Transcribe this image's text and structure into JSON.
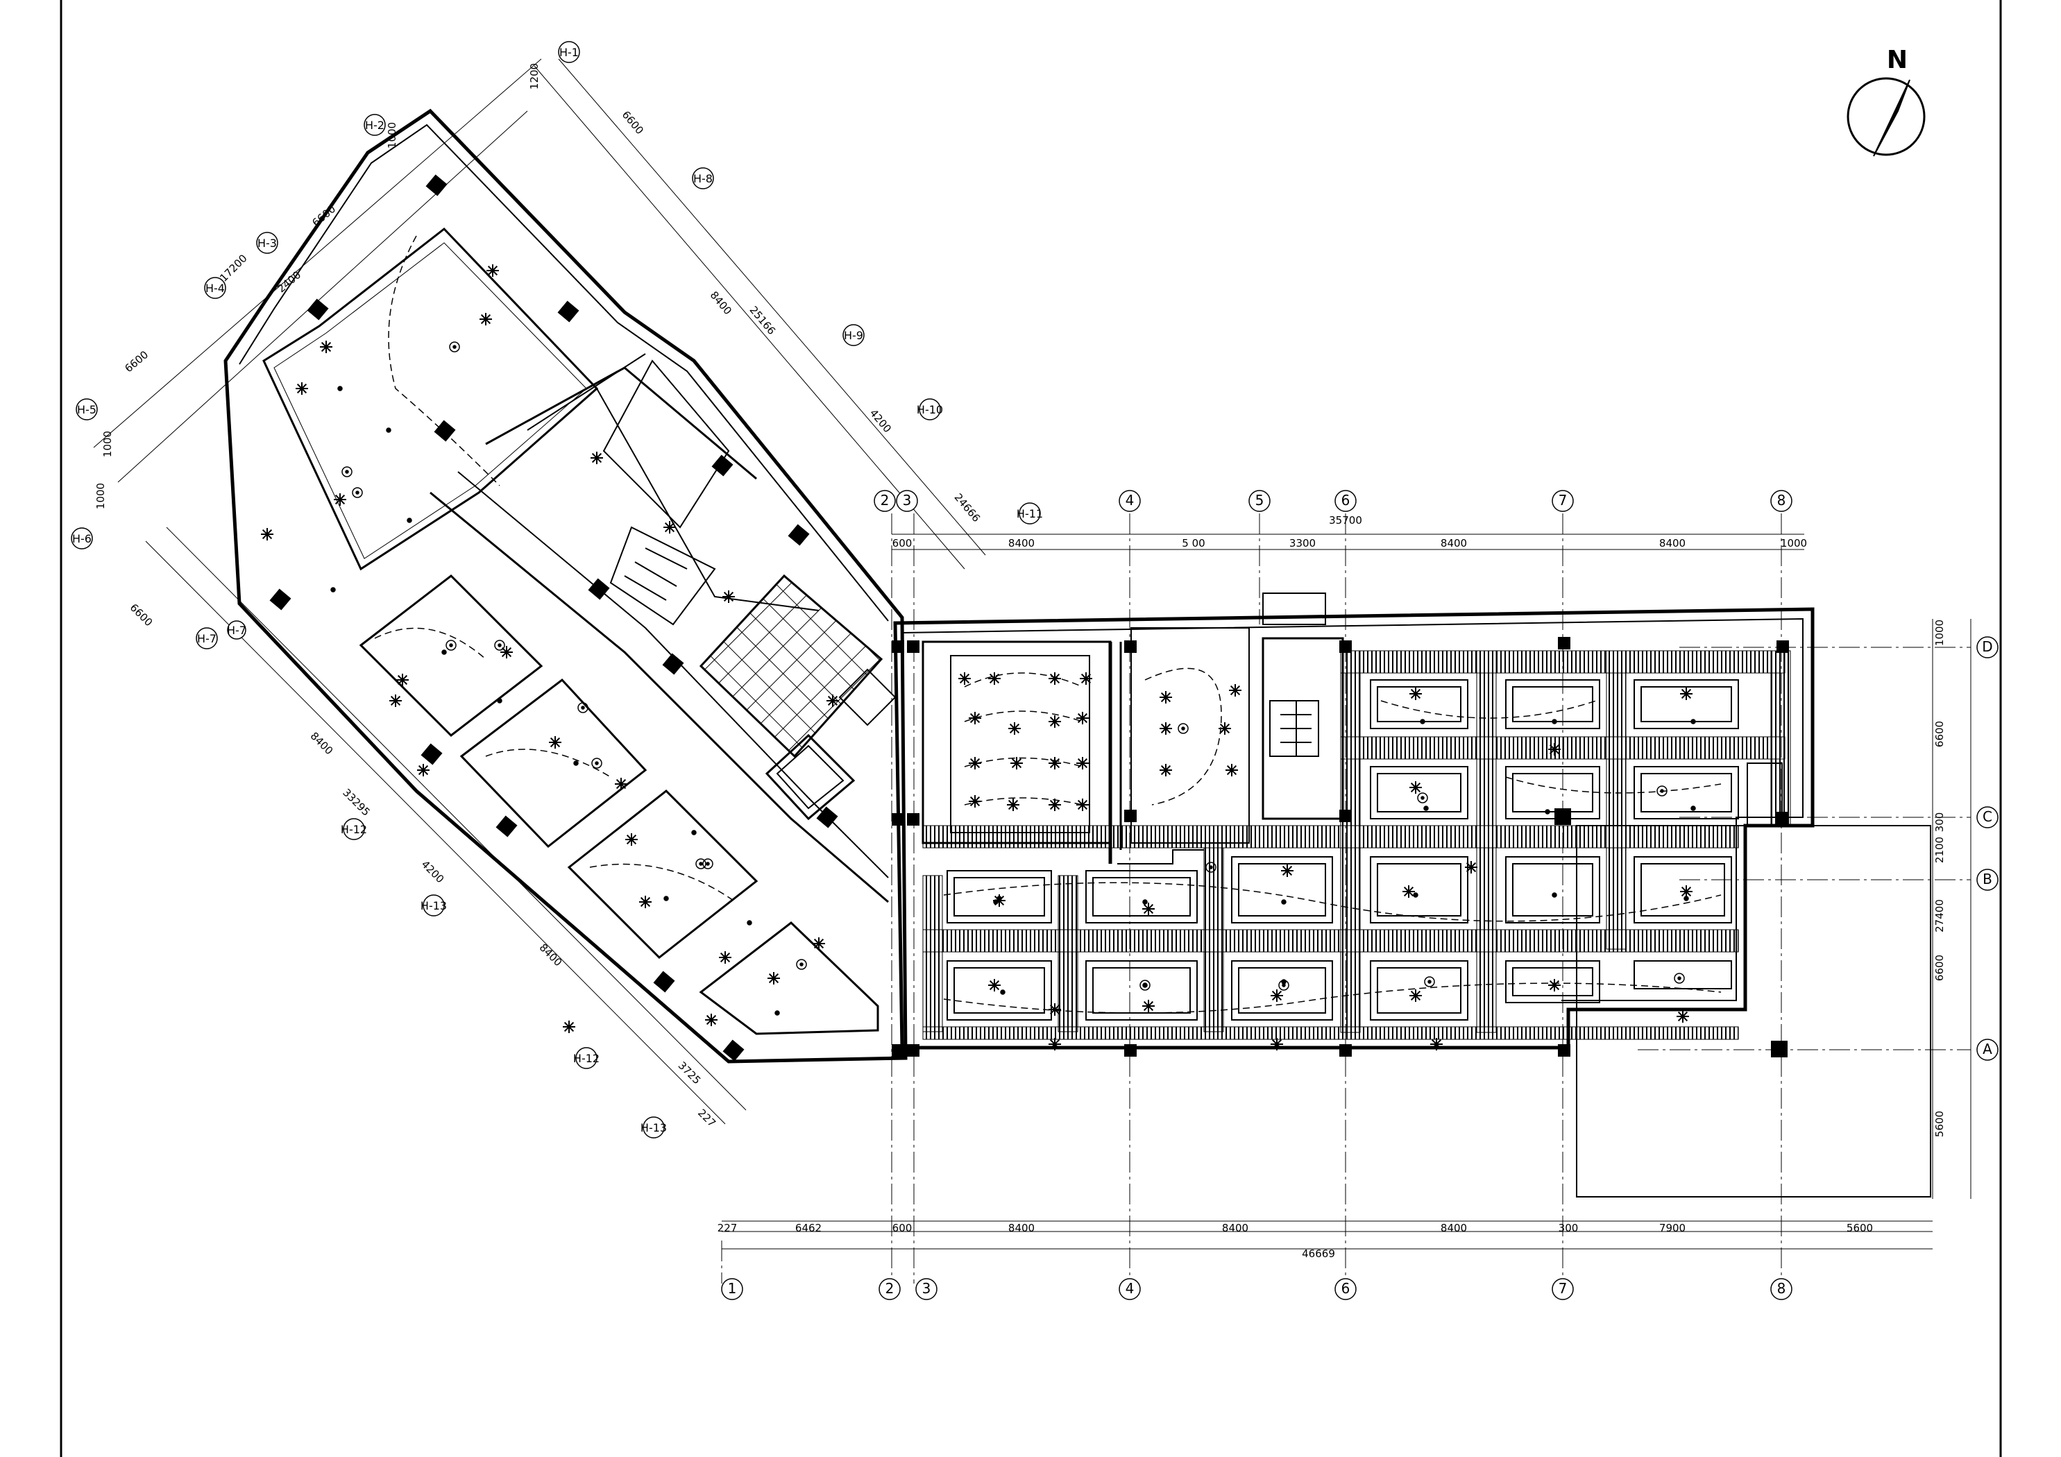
{
  "north_label": "N",
  "grid_top": [
    "2",
    "3",
    "4",
    "5",
    "6",
    "7",
    "8"
  ],
  "grid_bottom": [
    "1",
    "2",
    "3",
    "4",
    "6",
    "7",
    "8"
  ],
  "grid_right": [
    "D",
    "C",
    "B",
    "A"
  ],
  "grid_diag": [
    "H-1",
    "H-2",
    "H-3",
    "H-4",
    "H-5",
    "H-6",
    "H-7",
    "H-8",
    "H-9",
    "H-10",
    "H-11",
    "H-12",
    "H-13"
  ],
  "dims_top": [
    "600",
    "8400",
    "5 00",
    "3300",
    "8400",
    "8400",
    "1000"
  ],
  "dims_top_total": "35700",
  "dims_bottom": [
    "227",
    "6462",
    "600",
    "8400",
    "8400",
    "8400",
    "300",
    "7900",
    "5600"
  ],
  "dims_bottom_total": "46669",
  "dims_right": [
    "1000",
    "6600",
    "300",
    "2100",
    "27400",
    "6600",
    "5600"
  ],
  "dims_diag": [
    "1200",
    "6600",
    "1000",
    "6600",
    "17200",
    "2400",
    "6600",
    "1000",
    "1000",
    "6600",
    "8400",
    "25166",
    "4200",
    "24666",
    "8400",
    "33295",
    "4200",
    "8400",
    "3725",
    "227"
  ]
}
